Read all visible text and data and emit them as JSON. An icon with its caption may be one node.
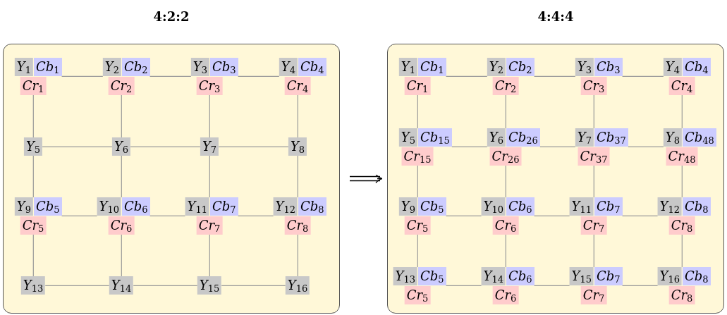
{
  "diagram": {
    "nodes": [
      {
        "text": [
          "4:2:2"
        ]
      },
      {
        "text": [
          "*Y*$_{1}$"
        ],
        "in": 0
      },
      {
        "text": [
          "*Cb*$_{1}$"
        ],
        "in": 0
      },
      {
        "text": [
          "*Y*$_{2}$"
        ],
        "in": 0
      },
      {
        "text": [
          "*Cb*$_{2}$"
        ],
        "in": 0
      },
      {
        "text": [
          "*Y*$_{3}$"
        ],
        "in": 0
      },
      {
        "text": [
          "*Cb*$_{3}$"
        ],
        "in": 0
      },
      {
        "text": [
          "*Y*$_{4}$"
        ],
        "in": 0
      },
      {
        "text": [
          "*Cb*$_{4}$"
        ],
        "in": 0
      },
      {
        "text": [
          "*Cr*$_{1}$"
        ],
        "in": 0
      },
      {
        "text": [
          "*Cr*$_{2}$"
        ],
        "in": 0
      },
      {
        "text": [
          "*Cr*$_{3}$"
        ],
        "in": 0
      },
      {
        "text": [
          "*Cr*$_{4}$"
        ],
        "in": 0
      },
      {
        "text": [
          "*Y*$_{5}$"
        ],
        "in": 0
      },
      {
        "text": [
          "*Y*$_{6}$"
        ],
        "in": 0
      },
      {
        "text": [
          "*Y*$_{7}$"
        ],
        "in": 0
      },
      {
        "text": [
          "*Y*$_{8}$"
        ],
        "in": 0
      },
      {
        "text": [
          "*Y*$_{9}$"
        ],
        "in": 0
      },
      {
        "text": [
          "*Cb*$_{5}$"
        ],
        "in": 0
      },
      {
        "text": [
          "*Y*$_{10}$"
        ],
        "in": 0
      },
      {
        "text": [
          "*Cb*$_{6}$"
        ],
        "in": 0
      },
      {
        "text": [
          "*Y*$_{11}$"
        ],
        "in": 0
      },
      {
        "text": [
          "*Cb*$_{7}$"
        ],
        "in": 0
      },
      {
        "text": [
          "*Y*$_{12}$"
        ],
        "in": 0
      },
      {
        "text": [
          "*Cb*$_{8}$"
        ],
        "in": 0
      },
      {
        "text": [
          "*Cr*$_{5}$"
        ],
        "in": 0
      },
      {
        "text": [
          "*Cr*$_{6}$"
        ],
        "in": 0
      },
      {
        "text": [
          "*Cr*$_{7}$"
        ],
        "in": 0
      },
      {
        "text": [
          "*Cr*$_{8}$"
        ],
        "in": 0
      },
      {
        "text": [
          "*Y*$_{13}$"
        ],
        "in": 0
      },
      {
        "text": [
          "*Y*$_{14}$"
        ],
        "in": 0
      },
      {
        "text": [
          "*Y*$_{15}$"
        ],
        "in": 0
      },
      {
        "text": [
          "*Y*$_{16}$"
        ],
        "in": 0
      },
      {
        "text": [
          "4:4:4"
        ]
      },
      {
        "text": [
          "*Y*$_{1}$"
        ],
        "in": 33
      },
      {
        "text": [
          "*Cb*$_{1}$"
        ],
        "in": 33
      },
      {
        "text": [
          "*Y*$_{2}$"
        ],
        "in": 33
      },
      {
        "text": [
          "*Cb*$_{2}$"
        ],
        "in": 33
      },
      {
        "text": [
          "*Y*$_{3}$"
        ],
        "in": 33
      },
      {
        "text": [
          "*Cb*$_{3}$"
        ],
        "in": 33
      },
      {
        "text": [
          "*Y*$_{4}$"
        ],
        "in": 33
      },
      {
        "text": [
          "*Cb*$_{4}$"
        ],
        "in": 33
      },
      {
        "text": [
          "*Cr*$_{1}$"
        ],
        "in": 33
      },
      {
        "text": [
          "*Cr*$_{2}$"
        ],
        "in": 33
      },
      {
        "text": [
          "*Cr*$_{3}$"
        ],
        "in": 33
      },
      {
        "text": [
          "*Cr*$_{4}$"
        ],
        "in": 33
      },
      {
        "text": [
          "*Y*$_{5}$"
        ],
        "in": 33
      },
      {
        "text": [
          "*Cb*$_{15}$"
        ],
        "in": 33
      },
      {
        "text": [
          "*Y*$_{6}$"
        ],
        "in": 33
      },
      {
        "text": [
          "*Cb*$_{26}$"
        ],
        "in": 33
      },
      {
        "text": [
          "*Y*$_{7}$"
        ],
        "in": 33
      },
      {
        "text": [
          "*Cb*$_{37}$"
        ],
        "in": 33
      },
      {
        "text": [
          "*Y*$_{8}$"
        ],
        "in": 33
      },
      {
        "text": [
          "*Cb*$_{48}$"
        ],
        "in": 33
      },
      {
        "text": [
          "*Cr*$_{15}$"
        ],
        "in": 33
      },
      {
        "text": [
          "*Cr*$_{26}$"
        ],
        "in": 33
      },
      {
        "text": [
          "*Cr*$_{37}$"
        ],
        "in": 33
      },
      {
        "text": [
          "*Cr*$_{48}$"
        ],
        "in": 33
      },
      {
        "text": [
          "*Y*$_{9}$"
        ],
        "in": 33
      },
      {
        "text": [
          "*Cb*$_{5}$"
        ],
        "in": 33
      },
      {
        "text": [
          "*Y*$_{10}$"
        ],
        "in": 33
      },
      {
        "text": [
          "*Cb*$_{6}$"
        ],
        "in": 33
      },
      {
        "text": [
          "*Y*$_{11}$"
        ],
        "in": 33
      },
      {
        "text": [
          "*Cb*$_{7}$"
        ],
        "in": 33
      },
      {
        "text": [
          "*Y*$_{12}$"
        ],
        "in": 33
      },
      {
        "text": [
          "*Cb*$_{8}$"
        ],
        "in": 33
      },
      {
        "text": [
          "*Cr*$_{5}$"
        ],
        "in": 33
      },
      {
        "text": [
          "*Cr*$_{6}$"
        ],
        "in": 33
      },
      {
        "text": [
          "*Cr*$_{7}$"
        ],
        "in": 33
      },
      {
        "text": [
          "*Cr*$_{8}$"
        ],
        "in": 33
      },
      {
        "text": [
          "*Y*$_{13}$"
        ],
        "in": 33
      },
      {
        "text": [
          "*Cb*$_{5}$"
        ],
        "in": 33
      },
      {
        "text": [
          "*Y*$_{14}$"
        ],
        "in": 33
      },
      {
        "text": [
          "*Cb*$_{6}$"
        ],
        "in": 33
      },
      {
        "text": [
          "*Y*$_{15}$"
        ],
        "in": 33
      },
      {
        "text": [
          "*Cb*$_{7}$"
        ],
        "in": 33
      },
      {
        "text": [
          "*Y*$_{16}$"
        ],
        "in": 33
      },
      {
        "text": [
          "*Cb*$_{8}$"
        ],
        "in": 33
      },
      {
        "text": [
          "*Cr*$_{5}$"
        ],
        "in": 33
      },
      {
        "text": [
          "*Cr*$_{6}$"
        ],
        "in": 33
      },
      {
        "text": [
          "*Cr*$_{7}$"
        ],
        "in": 33
      },
      {
        "text": [
          "*Cr*$_{8}$"
        ],
        "in": 33
      }
    ],
    "edges": [
      {
        "from": 2,
        "to": 3,
        "arrow": "none"
      },
      {
        "from": 4,
        "to": 5,
        "arrow": "none"
      },
      {
        "from": 6,
        "to": 7,
        "arrow": "none"
      },
      {
        "from": 9,
        "to": 13,
        "arrow": "none"
      },
      {
        "from": 10,
        "to": 14,
        "arrow": "none"
      },
      {
        "from": 11,
        "to": 15,
        "arrow": "none"
      },
      {
        "from": 12,
        "to": 16,
        "arrow": "none"
      },
      {
        "from": 13,
        "to": 14,
        "arrow": "none"
      },
      {
        "from": 14,
        "to": 15,
        "arrow": "none"
      },
      {
        "from": 15,
        "to": 16,
        "arrow": "none"
      },
      {
        "from": 13,
        "to": 17,
        "arrow": "none"
      },
      {
        "from": 14,
        "to": 19,
        "arrow": "none"
      },
      {
        "from": 15,
        "to": 21,
        "arrow": "none"
      },
      {
        "from": 16,
        "to": 23,
        "arrow": "none"
      },
      {
        "from": 18,
        "to": 19,
        "arrow": "none"
      },
      {
        "from": 20,
        "to": 21,
        "arrow": "none"
      },
      {
        "from": 22,
        "to": 23,
        "arrow": "none"
      },
      {
        "from": 25,
        "to": 29,
        "arrow": "none"
      },
      {
        "from": 26,
        "to": 30,
        "arrow": "none"
      },
      {
        "from": 27,
        "to": 31,
        "arrow": "none"
      },
      {
        "from": 28,
        "to": 32,
        "arrow": "none"
      },
      {
        "from": 29,
        "to": 30,
        "arrow": "none"
      },
      {
        "from": 30,
        "to": 31,
        "arrow": "none"
      },
      {
        "from": 31,
        "to": 32,
        "arrow": "none"
      },
      {
        "from": 0,
        "to": 33,
        "arrow": "to",
        "color": "#000000"
      },
      {
        "from": 35,
        "to": 36,
        "arrow": "none"
      },
      {
        "from": 37,
        "to": 38,
        "arrow": "none"
      },
      {
        "from": 39,
        "to": 40,
        "arrow": "none"
      },
      {
        "from": 42,
        "to": 46,
        "arrow": "none"
      },
      {
        "from": 43,
        "to": 48,
        "arrow": "none"
      },
      {
        "from": 44,
        "to": 50,
        "arrow": "none"
      },
      {
        "from": 45,
        "to": 52,
        "arrow": "none"
      },
      {
        "from": 47,
        "to": 48,
        "arrow": "none"
      },
      {
        "from": 49,
        "to": 50,
        "arrow": "none"
      },
      {
        "from": 51,
        "to": 52,
        "arrow": "none"
      },
      {
        "from": 54,
        "to": 58,
        "arrow": "none"
      },
      {
        "from": 55,
        "to": 60,
        "arrow": "none"
      },
      {
        "from": 56,
        "to": 62,
        "arrow": "none"
      },
      {
        "from": 57,
        "to": 64,
        "arrow": "none"
      },
      {
        "from": 59,
        "to": 60,
        "arrow": "none"
      },
      {
        "from": 61,
        "to": 62,
        "arrow": "none"
      },
      {
        "from": 63,
        "to": 64,
        "arrow": "none"
      },
      {
        "from": 66,
        "to": 70,
        "arrow": "none"
      },
      {
        "from": 67,
        "to": 72,
        "arrow": "none"
      },
      {
        "from": 68,
        "to": 74,
        "arrow": "none"
      },
      {
        "from": 69,
        "to": 76,
        "arrow": "none"
      },
      {
        "from": 71,
        "to": 72,
        "arrow": "none"
      },
      {
        "from": 73,
        "to": 74,
        "arrow": "none"
      },
      {
        "from": 75,
        "to": 76,
        "arrow": "none"
      }
    ]
  }
}
